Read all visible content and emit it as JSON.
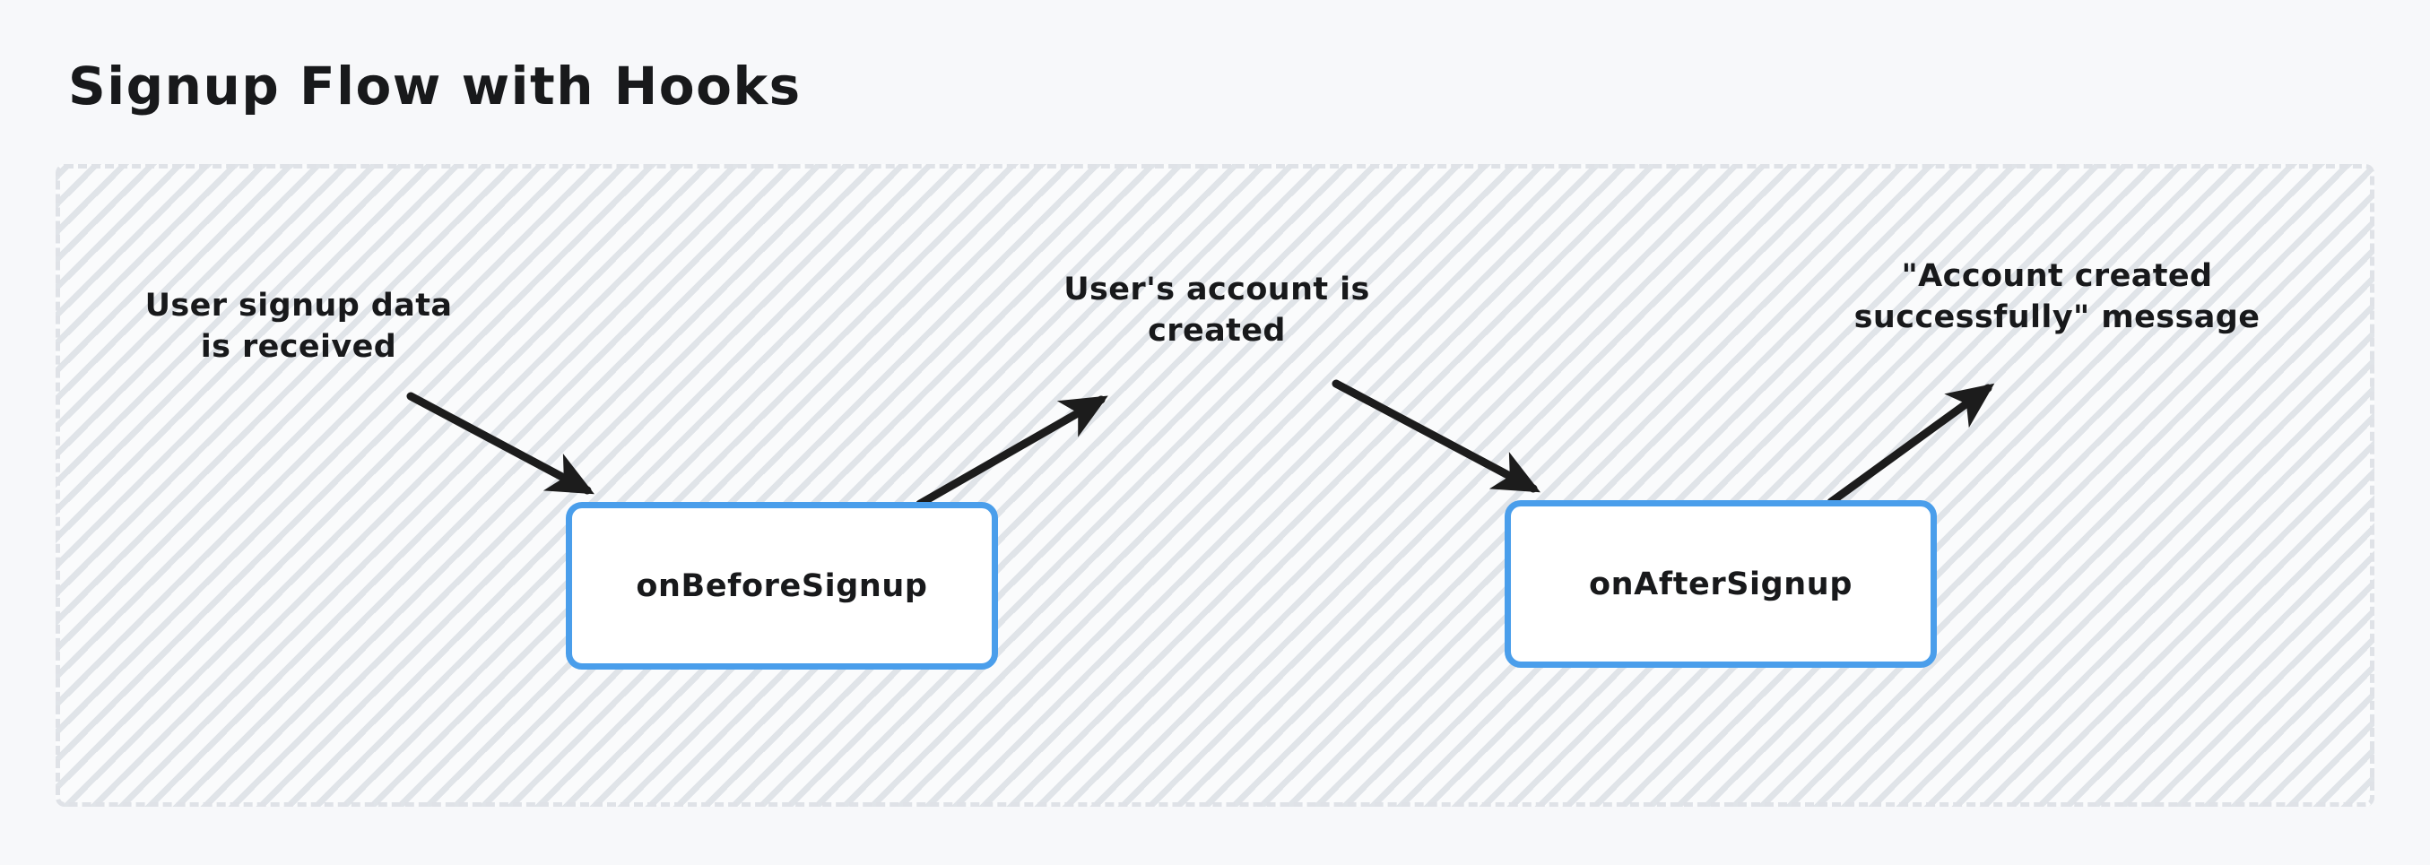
{
  "page": {
    "title": "Signup Flow with Hooks",
    "background_color": "#f7f8fa",
    "container_border_color": "#dfe2e7",
    "accent_color": "#4a9eeb",
    "text_color": "#18191b",
    "arrow_color": "#1c1c1c"
  },
  "nodes": [
    {
      "id": "on-before-signup",
      "label": "onBeforeSignup"
    },
    {
      "id": "on-after-signup",
      "label": "onAfterSignup"
    }
  ],
  "labels": [
    {
      "id": "signup-data",
      "text": "User signup data\nis received"
    },
    {
      "id": "account-created",
      "text": "User's account is\ncreated"
    },
    {
      "id": "success-message",
      "text": "\"Account created\nsuccessfully\" message"
    }
  ],
  "arrows": [
    {
      "id": "arrow-signup-data-to-before",
      "from": "signup-data-label",
      "to": "on-before-signup",
      "direction": "down-right"
    },
    {
      "id": "arrow-before-to-account-created",
      "from": "on-before-signup",
      "to": "account-created-label",
      "direction": "up-right"
    },
    {
      "id": "arrow-account-created-to-after",
      "from": "account-created-label",
      "to": "on-after-signup",
      "direction": "down-right"
    },
    {
      "id": "arrow-after-to-success-message",
      "from": "on-after-signup",
      "to": "success-message-label",
      "direction": "up-right"
    }
  ]
}
